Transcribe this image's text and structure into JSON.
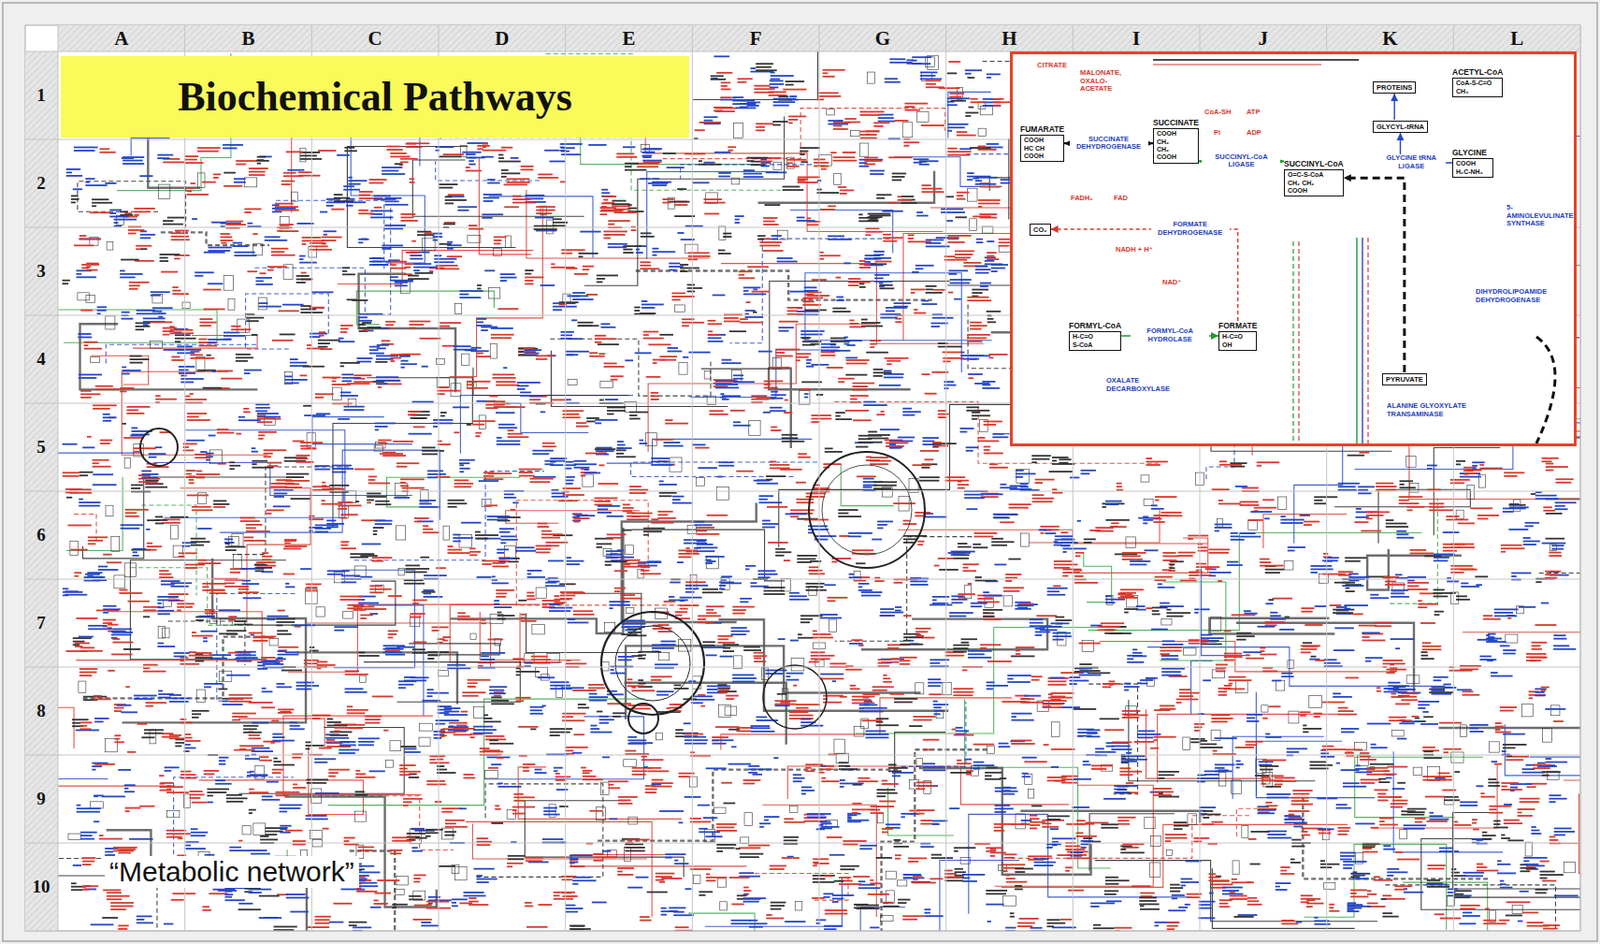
{
  "diagram": {
    "title": "Biochemical Pathways",
    "caption": "“Metabolic network”",
    "nodes": [
      {
        "text": [
          "FUMARATE",
          "COOH HC CH COOH"
        ]
      },
      {
        "text": [
          "SUCCINATE",
          "COOH CH₂ CH₂ COOH"
        ]
      },
      {
        "text": [
          "SUCCINYL-CoA",
          "O=C-S-CoA CH₂ CH₂ COOH"
        ]
      },
      {
        "text": [
          "PROTEINS"
        ]
      },
      {
        "text": [
          "GLYCYL-tRNA"
        ]
      },
      {
        "text": [
          "ACETYL-CoA",
          "CoA-S-C=O CH₃"
        ]
      },
      {
        "text": [
          "GLYCINE",
          "COOH H₂C-NH₂"
        ]
      },
      {
        "text": [
          "CO₂"
        ]
      },
      {
        "text": [
          "FORMYL-CoA",
          "H-C=O S-CoA"
        ]
      },
      {
        "text": [
          "FORMATE",
          "H-C=O OH"
        ]
      },
      {
        "text": [
          "PYRUVATE"
        ]
      }
    ],
    "edges": [
      {
        "from": 1,
        "to": 0,
        "arrow": "both",
        "label": "SUCCINATE DEHYDROGENASE"
      },
      {
        "from": 2,
        "to": 1,
        "arrow": "both",
        "label": "SUCCINYL-CoA LIGASE"
      },
      {
        "from": 6,
        "to": 4,
        "arrow": "to",
        "label": "GLYCINE tRNA LIGASE"
      },
      {
        "from": 4,
        "to": 3,
        "arrow": "to"
      },
      {
        "from": 8,
        "to": 9,
        "arrow": "to",
        "label": "FORMYL-CoA HYDROLASE"
      },
      {
        "from": 9,
        "to": 7,
        "arrow": "to",
        "label": "FORMATE DEHYDROGENASE"
      },
      {
        "from": 10,
        "to": 2,
        "arrow": "to"
      }
    ],
    "labels": [
      "A",
      "B",
      "C",
      "D",
      "E",
      "F",
      "G",
      "H",
      "I",
      "J",
      "K",
      "L",
      "1",
      "2",
      "3",
      "4",
      "5",
      "6",
      "7",
      "8",
      "9",
      "10",
      "MALONATE, OXALO-ACETATE",
      "CoA-SH",
      "ATP",
      "ADP",
      "Pi",
      "FADH₂",
      "FAD",
      "NADH + H⁺",
      "NAD⁺",
      "5-AMINOLEVULINATE SYNTHASE",
      "DIHYDROLIPOAMIDE DEHYDROGENASE",
      "ALANINE GLYOXYLATE TRANSAMINASE",
      "OXALATE DECARBOXYLASE",
      "CITRATE"
    ]
  }
}
